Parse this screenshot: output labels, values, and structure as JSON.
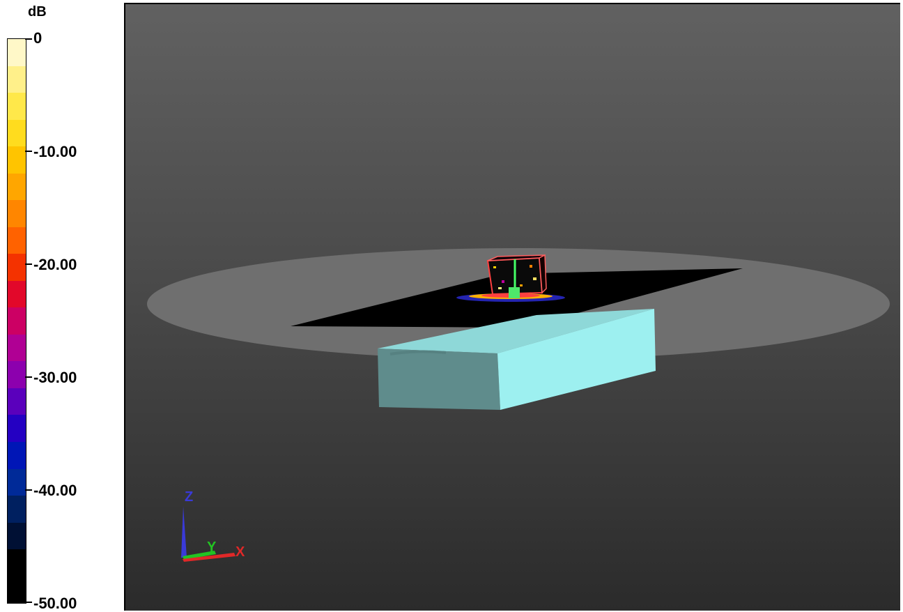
{
  "legend": {
    "unit": "dB",
    "tick_labels": [
      "0",
      "-10.00",
      "-20.00",
      "-30.00",
      "-40.00",
      "-50.00"
    ],
    "range": [
      0,
      -50
    ],
    "bands": [
      "#fff8c8",
      "#fff08a",
      "#ffe84a",
      "#ffdc1e",
      "#ffc400",
      "#ffa600",
      "#ff8600",
      "#ff6200",
      "#f43200",
      "#e2082a",
      "#cc0064",
      "#b00094",
      "#8c00ae",
      "#5a00bc",
      "#2400c2",
      "#0016b6",
      "#002a98",
      "#002060",
      "#001034",
      "#000000",
      "#000000"
    ]
  },
  "viewport": {
    "axes": {
      "z_label": "Z",
      "y_label": "Y",
      "x_label": "X"
    },
    "colors": {
      "disk": "#6f6f6f",
      "ground_plane": "#000000",
      "box": "#9df0f0",
      "z_axis": "#3a3ad8",
      "y_axis": "#22c422",
      "x_axis": "#e02828"
    }
  }
}
